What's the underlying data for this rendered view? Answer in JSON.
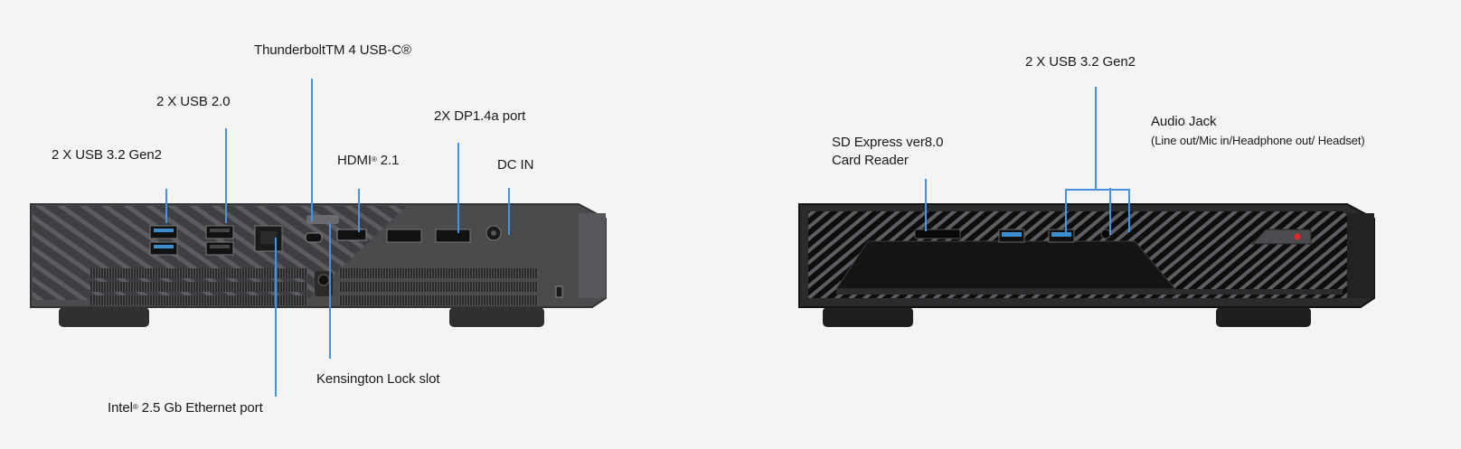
{
  "rear_view": {
    "labels": {
      "thunderbolt": "ThunderboltTM 4 USB-C®",
      "usb20": "2 X USB 2.0",
      "usb32": "2 X USB 3.2 Gen2",
      "hdmi_main": "HDMI",
      "hdmi_sup": "®",
      "hdmi_ver": " 2.1",
      "dp": "2X DP1.4a port",
      "dcin": "DC IN",
      "kensington": "Kensington Lock slot",
      "ethernet_main": "Intel",
      "ethernet_sup": "®",
      "ethernet_rest": " 2.5 Gb Ethernet port"
    }
  },
  "front_view": {
    "labels": {
      "usb32": "2 X USB 3.2 Gen2",
      "sd_line1": "SD Express ver8.0",
      "sd_line2": "Card Reader",
      "audio_line1": "Audio Jack",
      "audio_line2": "(Line out/Mic in/Headphone out/ Headset)"
    }
  },
  "colors": {
    "background": "#f4f4f4",
    "callout_line": "#4a90e2",
    "rear_chassis": "#4a4b4d",
    "front_chassis": "#1c1d1f",
    "usb3_blue": "#3b8fd0",
    "power_led": "#e02a2a"
  }
}
